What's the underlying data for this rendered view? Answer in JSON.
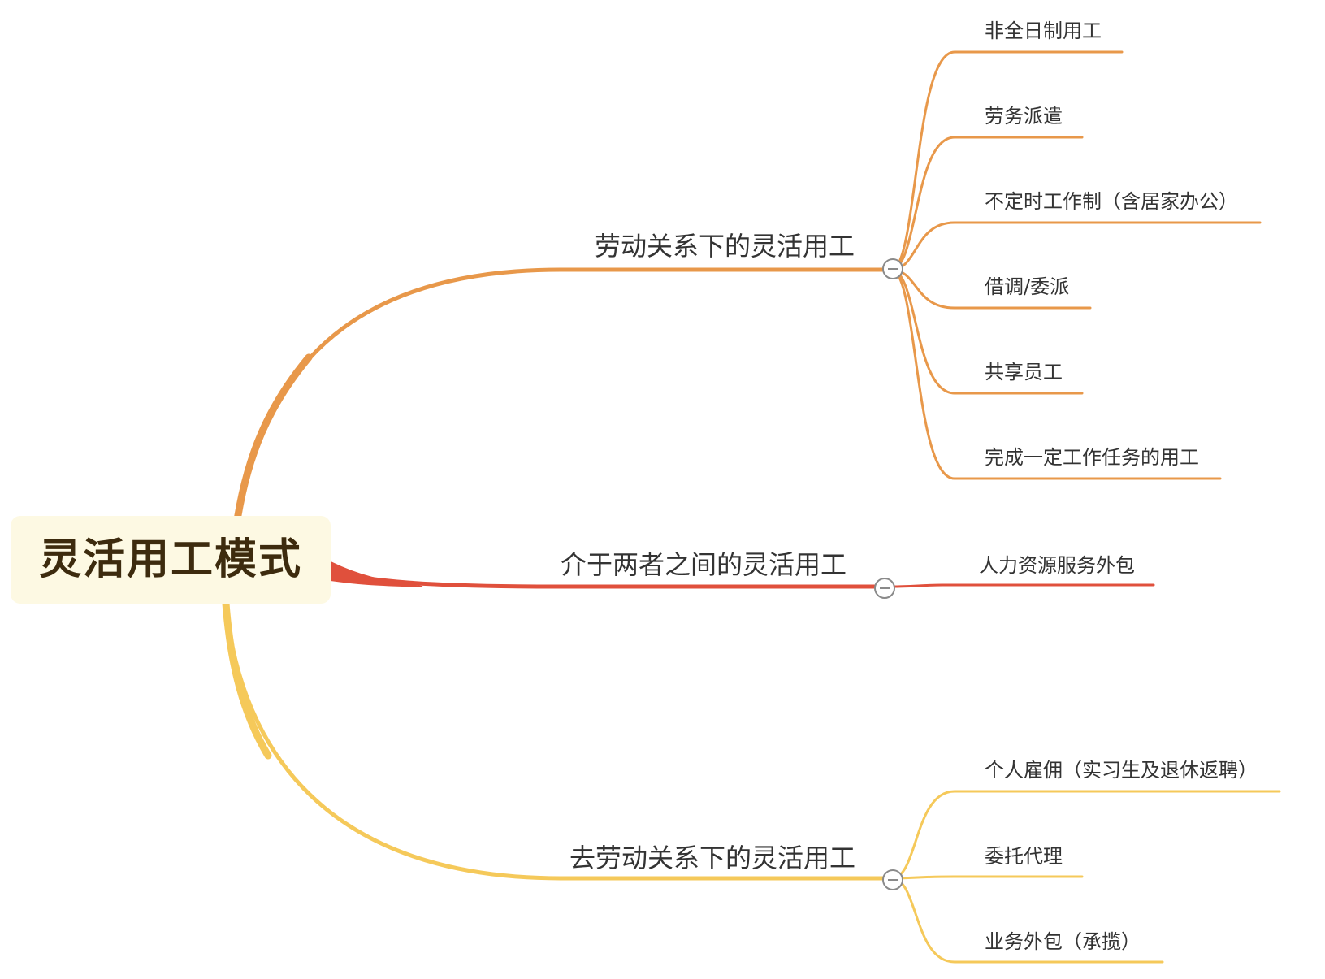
{
  "root": {
    "label": "灵活用工模式",
    "color": "#3d2b0e",
    "background": "#fdf9e3"
  },
  "branches": [
    {
      "label": "劳动关系下的灵活用工",
      "color": "#e8984a",
      "children": [
        "非全日制用工",
        "劳务派遣",
        "不定时工作制（含居家办公）",
        "借调/委派",
        "共享员工",
        "完成一定工作任务的用工"
      ]
    },
    {
      "label": "介于两者之间的灵活用工",
      "color": "#e0503c",
      "children": [
        "人力资源服务外包"
      ]
    },
    {
      "label": "去劳动关系下的灵活用工",
      "color": "#f5c95a",
      "children": [
        "个人雇佣（实习生及退休返聘）",
        "委托代理",
        "业务外包（承揽）"
      ]
    }
  ]
}
